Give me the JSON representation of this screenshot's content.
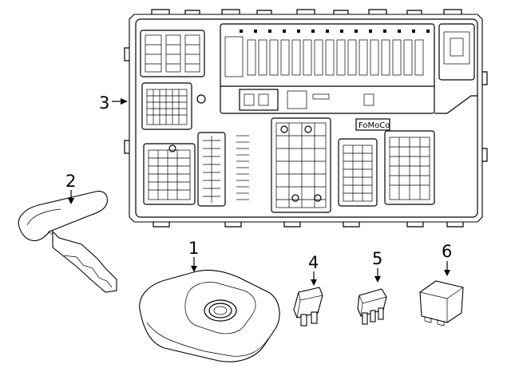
{
  "diagram": {
    "brand_label": "FoMoCo",
    "callouts": [
      {
        "id": "1",
        "label": "1"
      },
      {
        "id": "2",
        "label": "2"
      },
      {
        "id": "3",
        "label": "3"
      },
      {
        "id": "4",
        "label": "4"
      },
      {
        "id": "5",
        "label": "5"
      },
      {
        "id": "6",
        "label": "6"
      }
    ],
    "parts": [
      {
        "callout": "1",
        "icon": "key-fob-icon"
      },
      {
        "callout": "2",
        "icon": "emergency-key-blade-icon"
      },
      {
        "callout": "3",
        "icon": "fuse-junction-box-icon"
      },
      {
        "callout": "4",
        "icon": "mini-fuse-icon"
      },
      {
        "callout": "5",
        "icon": "micro-fuse-icon"
      },
      {
        "callout": "6",
        "icon": "relay-icon"
      }
    ]
  }
}
